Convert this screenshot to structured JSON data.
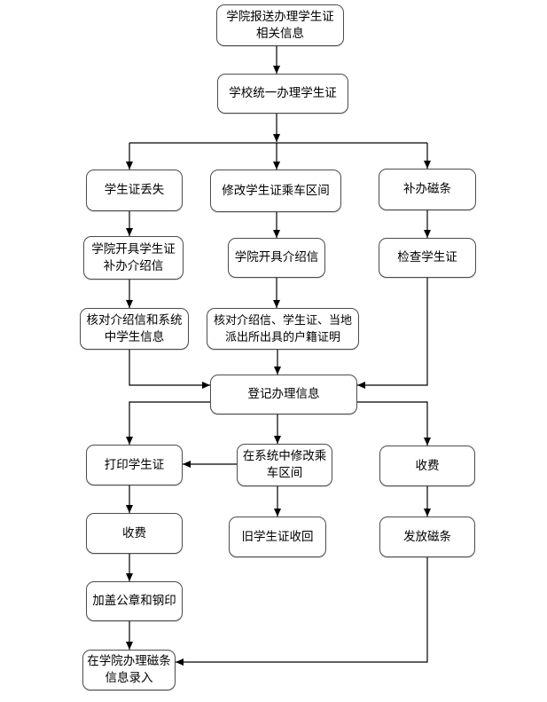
{
  "diagram_type": "flowchart",
  "colors": {
    "background": "#ffffff",
    "node_fill": "#ffffff",
    "node_border": "#4c4c4c",
    "line": "#000000",
    "text": "#000000"
  },
  "nodes": [
    {
      "id": "college-submit-info",
      "label": "学院报送办理学生证\n相关信息"
    },
    {
      "id": "school-process-card",
      "label": "学校统一办理学生证"
    },
    {
      "id": "card-lost",
      "label": "学生证丢失"
    },
    {
      "id": "modify-route",
      "label": "修改学生证乘车区间"
    },
    {
      "id": "replace-magstripe",
      "label": "补办磁条"
    },
    {
      "id": "college-issue-reissue-letter",
      "label": "学院开具学生证\n补办介绍信"
    },
    {
      "id": "college-issue-letter",
      "label": "学院开具介绍信"
    },
    {
      "id": "check-card",
      "label": "检查学生证"
    },
    {
      "id": "verify-letter-system",
      "label": "核对介绍信和系统\n中学生信息"
    },
    {
      "id": "verify-letter-card-residence",
      "label": "核对介绍信、学生证、当地\n派出所出具的户籍证明"
    },
    {
      "id": "register-info",
      "label": "登记办理信息"
    },
    {
      "id": "print-card",
      "label": "打印学生证"
    },
    {
      "id": "modify-route-in-system",
      "label": "在系统中修改乘\n车区间"
    },
    {
      "id": "charge-fee-right",
      "label": "收费"
    },
    {
      "id": "charge-fee-left",
      "label": "收费"
    },
    {
      "id": "old-card-return",
      "label": "旧学生证收回"
    },
    {
      "id": "issue-magstripe",
      "label": "发放磁条"
    },
    {
      "id": "stamp-seal",
      "label": "加盖公章和钢印"
    },
    {
      "id": "college-magstripe-entry",
      "label": "在学院办理磁条\n信息录入"
    }
  ]
}
